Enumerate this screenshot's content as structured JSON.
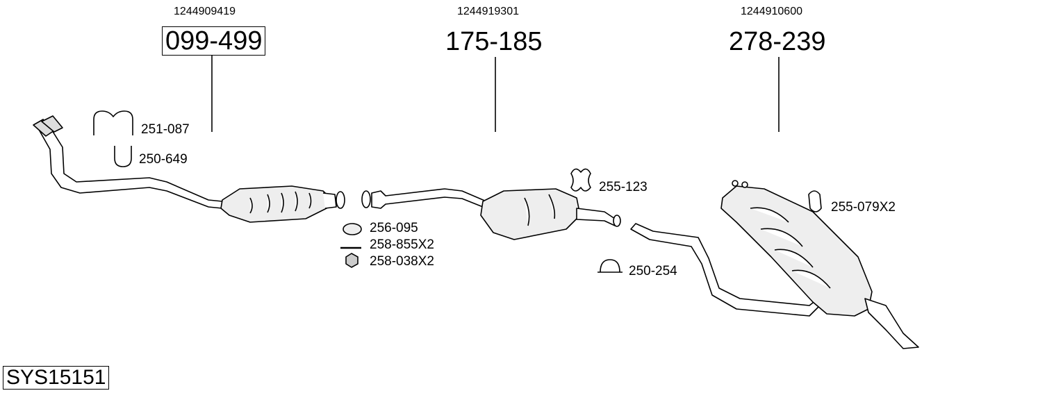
{
  "assemblies": [
    {
      "oem": "1244909419",
      "part": "099-499"
    },
    {
      "oem": "1244919301",
      "part": "175-185"
    },
    {
      "oem": "1244910600",
      "part": "278-239"
    }
  ],
  "accessories": [
    {
      "part": "251-087",
      "icon": "u-clamp-double-icon"
    },
    {
      "part": "250-649",
      "icon": "u-bolt-icon"
    },
    {
      "part": "256-095",
      "icon": "sealing-ring-icon"
    },
    {
      "part": "258-855X2",
      "icon": "bolt-icon"
    },
    {
      "part": "258-038X2",
      "icon": "nut-icon"
    },
    {
      "part": "255-123",
      "icon": "rubber-mount-icon"
    },
    {
      "part": "250-254",
      "icon": "pipe-clamp-icon"
    },
    {
      "part": "255-079X2",
      "icon": "rubber-hanger-icon"
    }
  ],
  "system_id": "SYS15151"
}
